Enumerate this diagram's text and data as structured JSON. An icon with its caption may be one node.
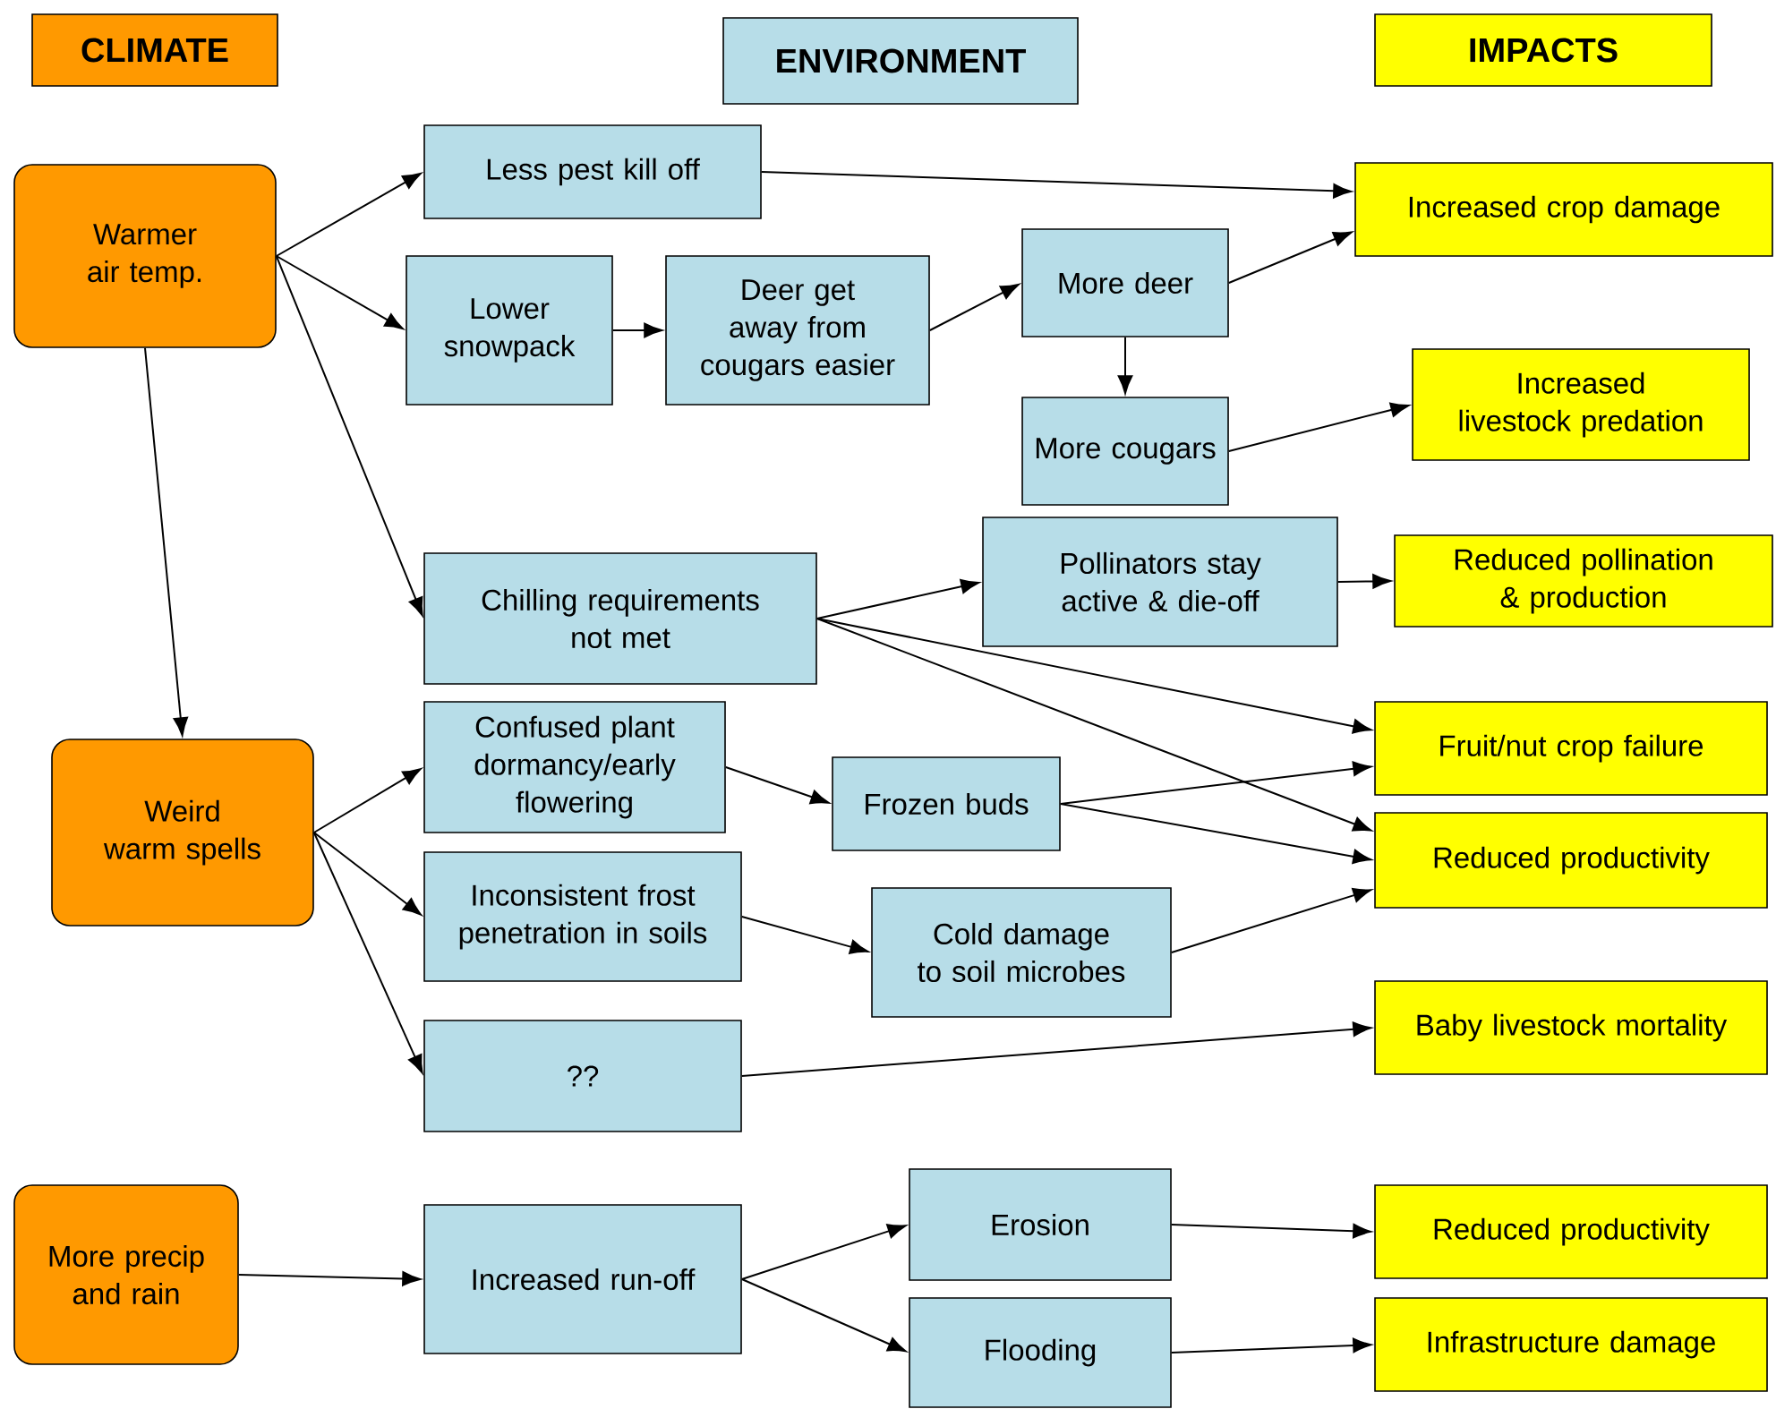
{
  "diagram": {
    "nodes": [
      {
        "text": [
          "CLIMATE"
        ]
      },
      {
        "text": [
          "ENVIRONMENT"
        ]
      },
      {
        "text": [
          "IMPACTS"
        ]
      },
      {
        "text": [
          "Warmer air temp."
        ]
      },
      {
        "text": [
          "Less pest kill off"
        ]
      },
      {
        "text": [
          "Lower snowpack"
        ]
      },
      {
        "text": [
          "Deer get away from cougars easier"
        ]
      },
      {
        "text": [
          "More deer"
        ]
      },
      {
        "text": [
          "More cougars"
        ]
      },
      {
        "text": [
          "Increased crop damage"
        ]
      },
      {
        "text": [
          "Increased livestock predation"
        ]
      },
      {
        "text": [
          "Chilling requirements not met"
        ]
      },
      {
        "text": [
          "Pollinators stay active & die-off"
        ]
      },
      {
        "text": [
          "Reduced pollination & production"
        ]
      },
      {
        "text": [
          "Weird warm spells"
        ]
      },
      {
        "text": [
          "Confused plant dormancy/early flowering"
        ]
      },
      {
        "text": [
          "Frozen buds"
        ]
      },
      {
        "text": [
          "Fruit/nut crop failure"
        ]
      },
      {
        "text": [
          "Reduced productivity"
        ]
      },
      {
        "text": [
          "Inconsistent frost penetration in soils"
        ]
      },
      {
        "text": [
          "Cold damage to soil microbes"
        ]
      },
      {
        "text": [
          "??"
        ]
      },
      {
        "text": [
          "Baby livestock mortality"
        ]
      },
      {
        "text": [
          "More precip and rain"
        ]
      },
      {
        "text": [
          "Increased run-off"
        ]
      },
      {
        "text": [
          "Erosion"
        ]
      },
      {
        "text": [
          "Reduced productivity"
        ]
      },
      {
        "text": [
          "Flooding"
        ]
      },
      {
        "text": [
          "Infrastructure damage"
        ]
      }
    ],
    "edges": [
      {
        "from": 3,
        "to": 4,
        "arrow": "to"
      },
      {
        "from": 3,
        "to": 5,
        "arrow": "to"
      },
      {
        "from": 3,
        "to": 11,
        "arrow": "to"
      },
      {
        "from": 3,
        "to": 14,
        "arrow": "to"
      },
      {
        "from": 4,
        "to": 9,
        "arrow": "to"
      },
      {
        "from": 5,
        "to": 6,
        "arrow": "to"
      },
      {
        "from": 6,
        "to": 7,
        "arrow": "to"
      },
      {
        "from": 7,
        "to": 9,
        "arrow": "to"
      },
      {
        "from": 7,
        "to": 8,
        "arrow": "to"
      },
      {
        "from": 8,
        "to": 10,
        "arrow": "to"
      },
      {
        "from": 11,
        "to": 12,
        "arrow": "to"
      },
      {
        "from": 12,
        "to": 13,
        "arrow": "to"
      },
      {
        "from": 11,
        "to": 17,
        "arrow": "to"
      },
      {
        "from": 11,
        "to": 18,
        "arrow": "to"
      },
      {
        "from": 14,
        "to": 15,
        "arrow": "to"
      },
      {
        "from": 14,
        "to": 19,
        "arrow": "to"
      },
      {
        "from": 14,
        "to": 21,
        "arrow": "to"
      },
      {
        "from": 15,
        "to": 16,
        "arrow": "to"
      },
      {
        "from": 16,
        "to": 17,
        "arrow": "to"
      },
      {
        "from": 16,
        "to": 18,
        "arrow": "to"
      },
      {
        "from": 19,
        "to": 20,
        "arrow": "to"
      },
      {
        "from": 20,
        "to": 18,
        "arrow": "to"
      },
      {
        "from": 21,
        "to": 22,
        "arrow": "to"
      },
      {
        "from": 23,
        "to": 24,
        "arrow": "to"
      },
      {
        "from": 24,
        "to": 25,
        "arrow": "to"
      },
      {
        "from": 24,
        "to": 27,
        "arrow": "to"
      },
      {
        "from": 25,
        "to": 26,
        "arrow": "to"
      },
      {
        "from": 27,
        "to": 28,
        "arrow": "to"
      }
    ]
  }
}
